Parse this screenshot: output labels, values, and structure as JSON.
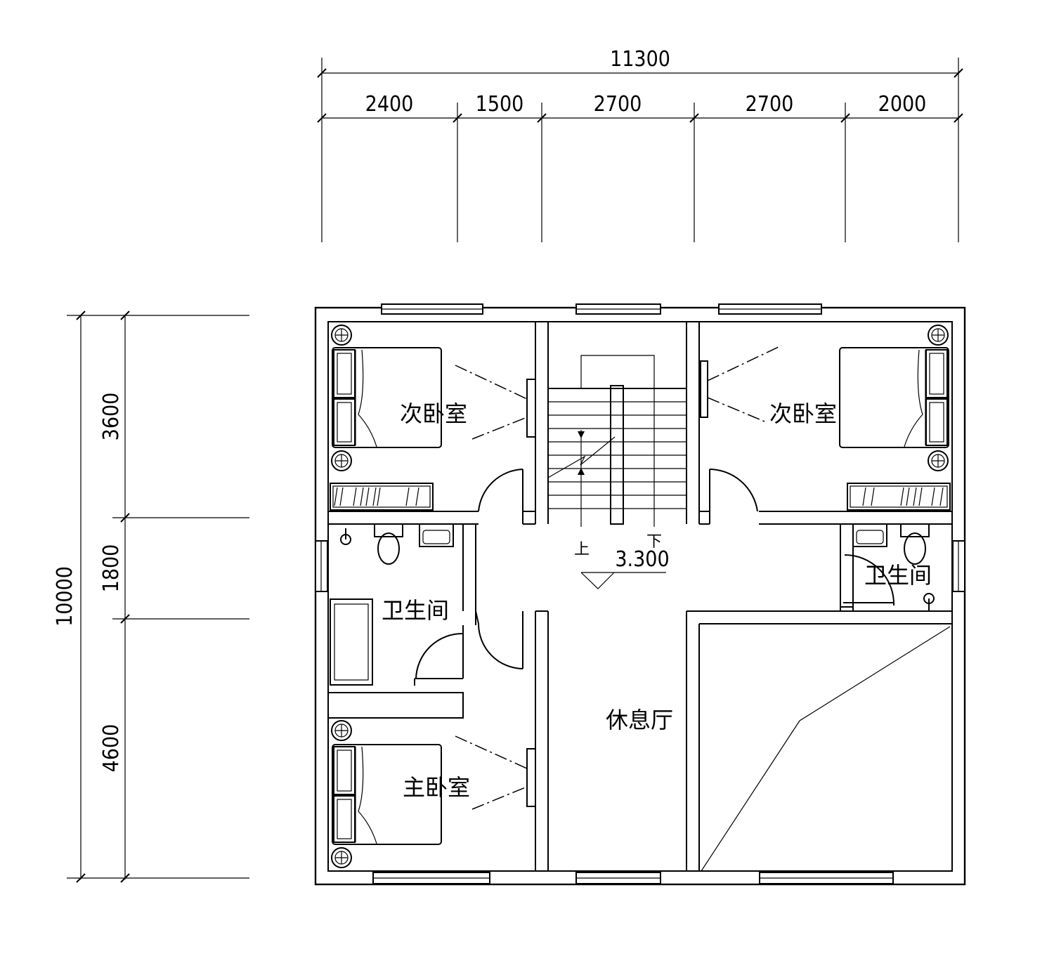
{
  "dimensions": {
    "top_total": "11300",
    "top_segments": [
      "2400",
      "1500",
      "2700",
      "2700",
      "2000"
    ],
    "left_total": "10000",
    "left_segments": [
      "3600",
      "1800",
      "4600"
    ]
  },
  "rooms": {
    "secondary_bedroom_left": "次卧室",
    "secondary_bedroom_right": "次卧室",
    "bathroom_left": "卫生间",
    "bathroom_right": "卫生间",
    "master_bedroom": "主卧室",
    "lounge": "休息厅"
  },
  "stair": {
    "up_label": "上",
    "down_label": "下",
    "level": "3.300"
  }
}
